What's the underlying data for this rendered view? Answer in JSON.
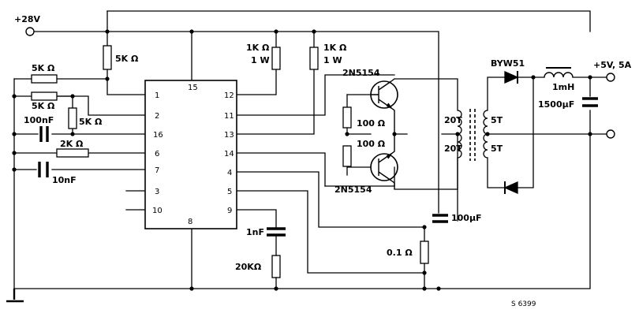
{
  "supply": {
    "in_label": "+28V",
    "out_label": "+5V, 5A"
  },
  "ic": {
    "pins_left": [
      "1",
      "2",
      "16",
      "6",
      "7",
      "3",
      "10"
    ],
    "pins_right": [
      "12",
      "11",
      "13",
      "14",
      "4",
      "5",
      "9"
    ],
    "pin_top": "15",
    "pin_bottom": "8"
  },
  "components": {
    "r_top": "5K Ω",
    "r_left1": "5K Ω",
    "r_left2": "5K Ω",
    "r_left3": "5K Ω",
    "c_16": "100nF",
    "r_6": "2K Ω",
    "c_7": "10nF",
    "r_1k_a": "1K Ω",
    "r_1k_a_w": "1 W",
    "r_1k_b": "1K Ω",
    "r_1k_b_w": "1 W",
    "q_top": "2N5154",
    "q_bottom": "2N5154",
    "r_base1": "100 Ω",
    "r_base2": "100 Ω",
    "prim_top": "20T",
    "prim_bottom": "20T",
    "sec_top": "5T",
    "sec_bottom": "5T",
    "diode": "BYW51",
    "inductor": "1mH",
    "c_out": "1500µF",
    "c_bulk": "100µF",
    "r_sense": "0.1 Ω",
    "c_9": "1nF",
    "r_9": "20KΩ"
  },
  "figure_code": "S  6399"
}
